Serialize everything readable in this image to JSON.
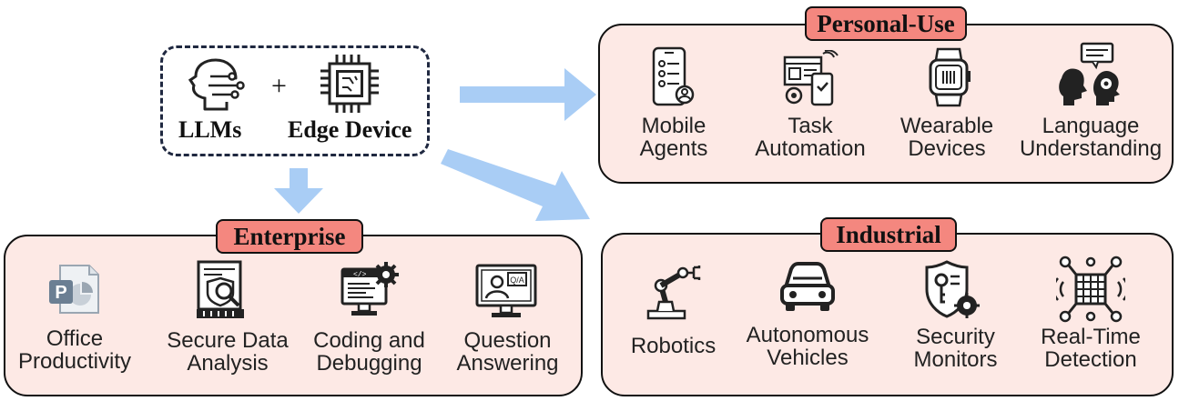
{
  "source": {
    "llms_label": "LLMs",
    "plus": "+",
    "edge_label": "Edge Device"
  },
  "colors": {
    "panel_fill": "#fde9e5",
    "tag_fill": "#f4877f",
    "arrow": "#a9cdf5",
    "icon_stroke": "#222222",
    "office_icon": "#6b7f93"
  },
  "personal_use": {
    "title": "Personal-Use",
    "items": [
      {
        "icon": "mobile-chat-icon",
        "line1": "Mobile",
        "line2": "Agents"
      },
      {
        "icon": "task-automation-icon",
        "line1": "Task",
        "line2": "Automation"
      },
      {
        "icon": "smartwatch-icon",
        "line1": "Wearable",
        "line2": "Devices"
      },
      {
        "icon": "speech-heads-icon",
        "line1": "Language",
        "line2": "Understanding"
      }
    ]
  },
  "enterprise": {
    "title": "Enterprise",
    "items": [
      {
        "icon": "powerpoint-icon",
        "line1": "Office",
        "line2": "Productivity"
      },
      {
        "icon": "secure-analysis-icon",
        "line1": "Secure Data",
        "line2": "Analysis"
      },
      {
        "icon": "code-monitor-icon",
        "line1": "Coding and",
        "line2": "Debugging"
      },
      {
        "icon": "qa-monitor-icon",
        "line1": "Question",
        "line2": "Answering"
      }
    ]
  },
  "industrial": {
    "title": "Industrial",
    "items": [
      {
        "icon": "robot-arm-icon",
        "line1": "Robotics",
        "line2": ""
      },
      {
        "icon": "car-icon",
        "line1": "Autonomous",
        "line2": "Vehicles"
      },
      {
        "icon": "shield-key-icon",
        "line1": "Security",
        "line2": "Monitors"
      },
      {
        "icon": "detection-chip-icon",
        "line1": "Real-Time",
        "line2": "Detection"
      }
    ]
  }
}
